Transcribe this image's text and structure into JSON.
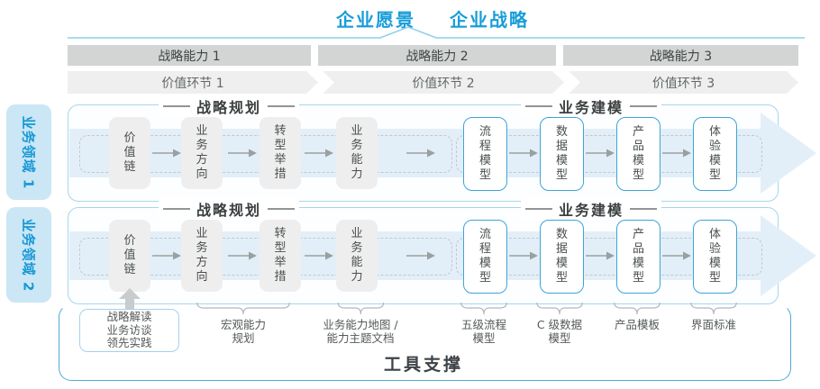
{
  "title": {
    "vision": "企业愿景",
    "strategy": "企业战略"
  },
  "capability_bar": [
    "战略能力 1",
    "战略能力 2",
    "战略能力 3"
  ],
  "value_chain_bar": [
    "价值环节 1",
    "价值环节 2",
    "价值环节 3"
  ],
  "domains": [
    {
      "label": "业务领域 1"
    },
    {
      "label": "业务领域 2"
    }
  ],
  "row_template": {
    "sections": [
      {
        "title": "战略规划"
      },
      {
        "title": "业务建模"
      }
    ],
    "boxes": [
      {
        "label": "价值链",
        "style": "gray"
      },
      {
        "label": "业务方向",
        "style": "gray"
      },
      {
        "label": "转型举措",
        "style": "gray"
      },
      {
        "label": "业务能力",
        "style": "gray"
      },
      {
        "label": "流程模型",
        "style": "blue"
      },
      {
        "label": "数据模型",
        "style": "blue"
      },
      {
        "label": "产品模型",
        "style": "blue"
      },
      {
        "label": "体验模型",
        "style": "blue"
      }
    ]
  },
  "annotations": {
    "practice_box": [
      "战略解读",
      "业务访谈",
      "领先实践"
    ],
    "braced": [
      {
        "line1": "宏观能力",
        "line2": "规划"
      },
      {
        "line1": "业务能力地图 /",
        "line2": "能力主题文档"
      },
      {
        "line1": "五级流程",
        "line2": "模型"
      },
      {
        "line1": "C 级数据",
        "line2": "模型"
      },
      {
        "line1": "产品模板"
      },
      {
        "line1": "界面标准"
      }
    ]
  },
  "footer": {
    "label": "工具支撑"
  },
  "colors": {
    "accent_blue": "#189dd9",
    "flow_arrow": "#e3eff8",
    "bar_dark": "#d2d5d4",
    "bar_light": "#efeff0",
    "container_border": "#a7d5ee",
    "model_box_border": "#3ea4d7",
    "small_arrow": "#9aa0a0",
    "brace": "#b4b8b8"
  }
}
